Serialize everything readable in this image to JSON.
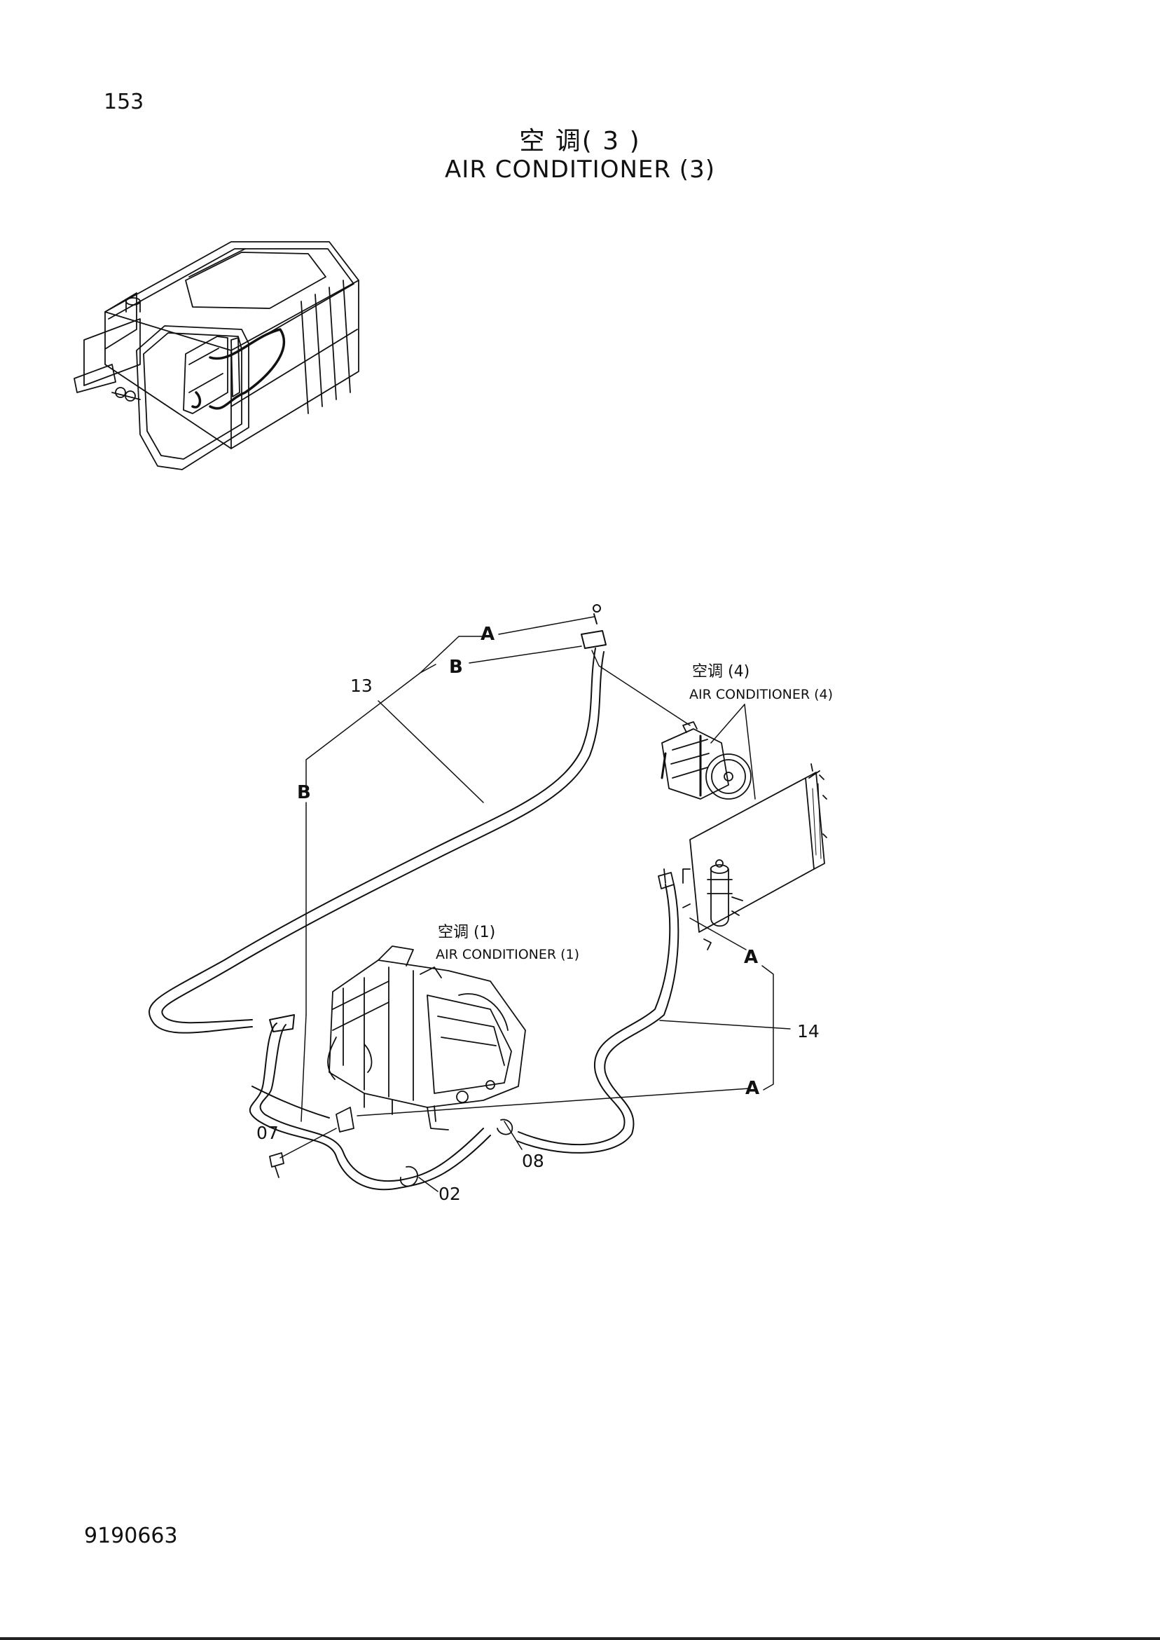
{
  "page_number": "153",
  "title_cn": "空 调( 3 )",
  "title_en": "AIR CONDITIONER (3)",
  "doc_number": "9190663",
  "refs": {
    "ac4_cn": "空调 (4)",
    "ac4_en": "AIR CONDITIONER (4)",
    "ac1_cn": "空调 (1)",
    "ac1_en": "AIR CONDITIONER (1)"
  },
  "callouts": {
    "p13": "13",
    "p14": "14",
    "p07": "07",
    "p08": "08",
    "p02": "02",
    "a1": "A",
    "a2": "A",
    "a3": "A",
    "b1": "B",
    "b2": "B"
  }
}
